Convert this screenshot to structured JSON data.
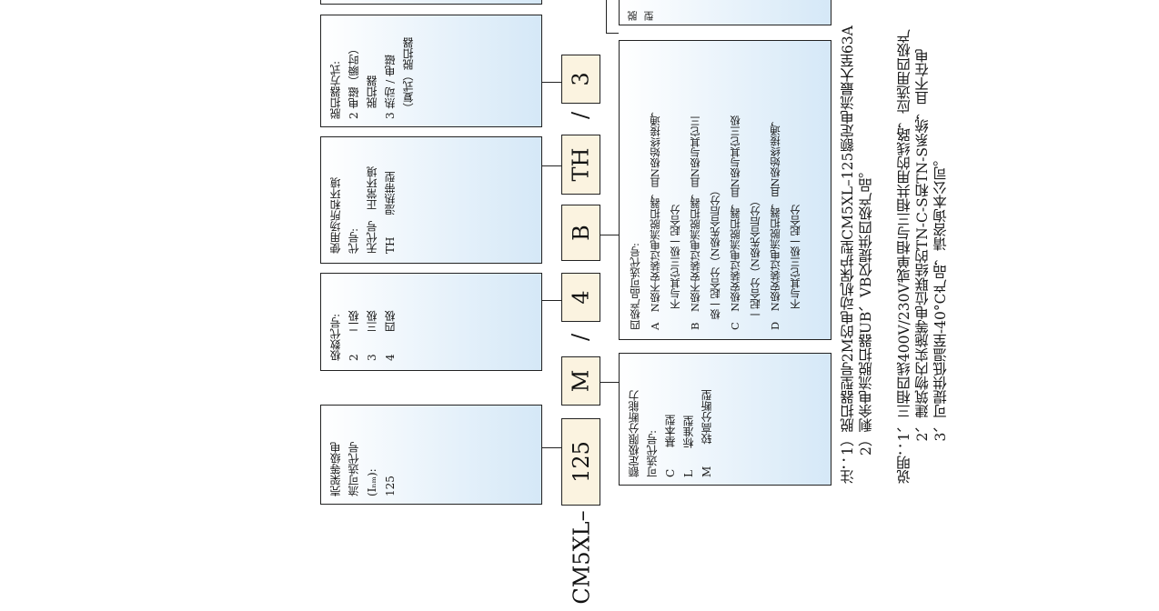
{
  "model_prefix": "CM5XL–",
  "codes": {
    "frame": "125",
    "breaking": "M",
    "poles": "4",
    "npole": "B",
    "env": "TH",
    "release": "3",
    "sep1": "/",
    "sep2": "/"
  },
  "boxes": {
    "frame": [
      "壳架等级电",
      "流可选代号",
      "(Iₙₘ):",
      "125"
    ],
    "poles": [
      "极数代号:",
      "2　　二极",
      "3　　三极",
      "4　　四极"
    ],
    "env": [
      "使用场所和环境",
      "代号:",
      "无代号　正常环境",
      "TH　　湿热带型"
    ],
    "release": [
      "脱扣器方式:",
      "2 电磁（瞬时）",
      "　脱扣器",
      "3 热动 / 电磁",
      "　（复式）脱扣器"
    ],
    "breaking": [
      "额定极限分断能力",
      "可选代号:",
      "C　　基本型",
      "L　　标准型",
      "M　　较高分断型"
    ],
    "npole": [
      "四极产品可选代号:",
      "A　N极不安装过电流脱扣器，且N极始终接通，",
      "　　不与其它三极一起合分",
      "B　N极不安装过电流脱扣器，且N极与其它三",
      "　极一起合分（N极先合后分）",
      "C　N极安装过电流脱扣器，且N极与其它三极",
      "　一起合分（N极先合后分）",
      "D　N极安装过电流脱扣器，且N极始终接通，",
      "　　不与其它三极一起合分"
    ],
    "partial": [
      "脱",
      "型"
    ]
  },
  "notes": {
    "note1": [
      "注：1）脱扣器型号2M的电动机保护型CM5XL–125额定电流最大至63A",
      "　　2）剩余电流脱扣器UB、VB仅提供四极产品。"
    ],
    "note2": [
      "说明：1、三相四线400V/230V或单相与三相共用的线路，应选用四极产",
      "　　　2、建筑物内实施等电位联结的TN-C-S和TN-S系统，且不在电",
      "　　　3、可提供低温至-40°C产品，请咨询本公司。"
    ]
  }
}
